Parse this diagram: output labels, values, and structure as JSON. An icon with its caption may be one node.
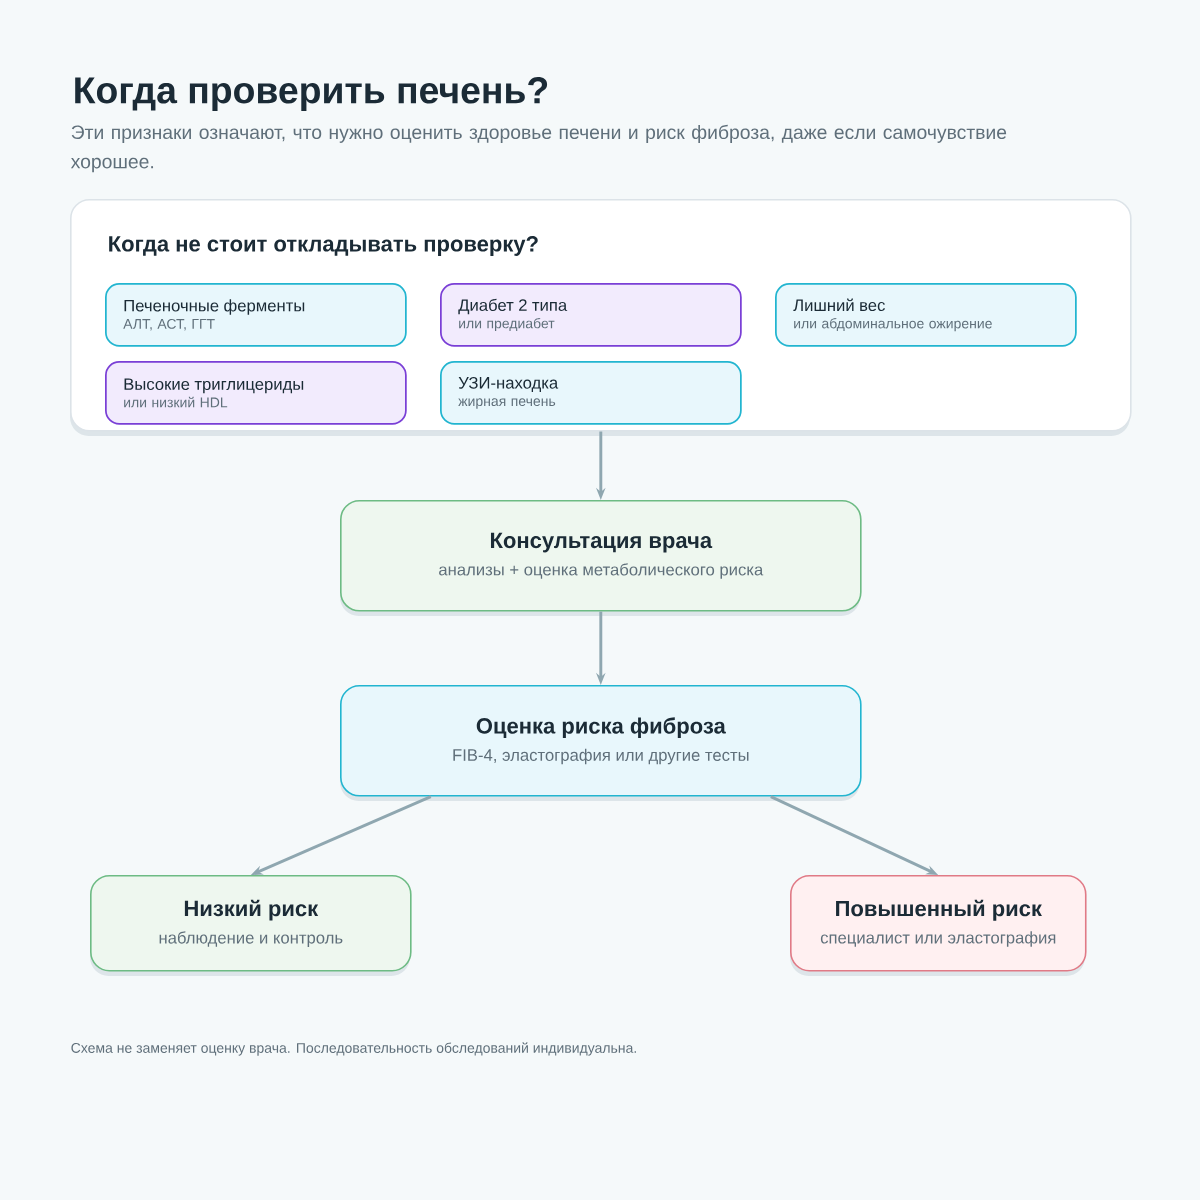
{
  "diagram": {
    "title": "Когда проверить печень?",
    "nodes": [
      {
        "text": [
          "Когда не стоит откладывать проверку?"
        ]
      },
      {
        "text": [
          "Печеночные ферменты",
          "АЛТ, АСТ, ГГТ"
        ],
        "in": 0
      },
      {
        "text": [
          "Диабет 2 типа",
          "или предиабет"
        ],
        "in": 0
      },
      {
        "text": [
          "Лишний вес",
          "или абдоминальное ожирение"
        ],
        "in": 0
      },
      {
        "text": [
          "Высокие триглицериды",
          "или низкий HDL"
        ],
        "in": 0
      },
      {
        "text": [
          "УЗИ-находка",
          "жирная печень"
        ],
        "in": 0
      },
      {
        "text": [
          "Консультация врача",
          "анализы + оценка метаболического риска"
        ]
      },
      {
        "text": [
          "Оценка риска фиброза",
          "FIB-4, эластография или другие тесты"
        ]
      },
      {
        "text": [
          "Низкий риск",
          "наблюдение и контроль"
        ]
      },
      {
        "text": [
          "Повышенный риск",
          "специалист или эластография"
        ]
      }
    ],
    "edges": [
      {
        "from": 0,
        "to": 6,
        "arrow": "to"
      },
      {
        "from": 6,
        "to": 7,
        "arrow": "to"
      },
      {
        "from": 7,
        "to": 8,
        "arrow": "to"
      },
      {
        "from": 7,
        "to": 9,
        "arrow": "to"
      }
    ],
    "labels": [
      "Эти признаки означают, что нужно оценить здоровье печени и риск фиброза, даже если самочувствие хорошее.",
      "Схема не заменяет оценку врача. Последовательность обследований индивидуальна."
    ]
  }
}
